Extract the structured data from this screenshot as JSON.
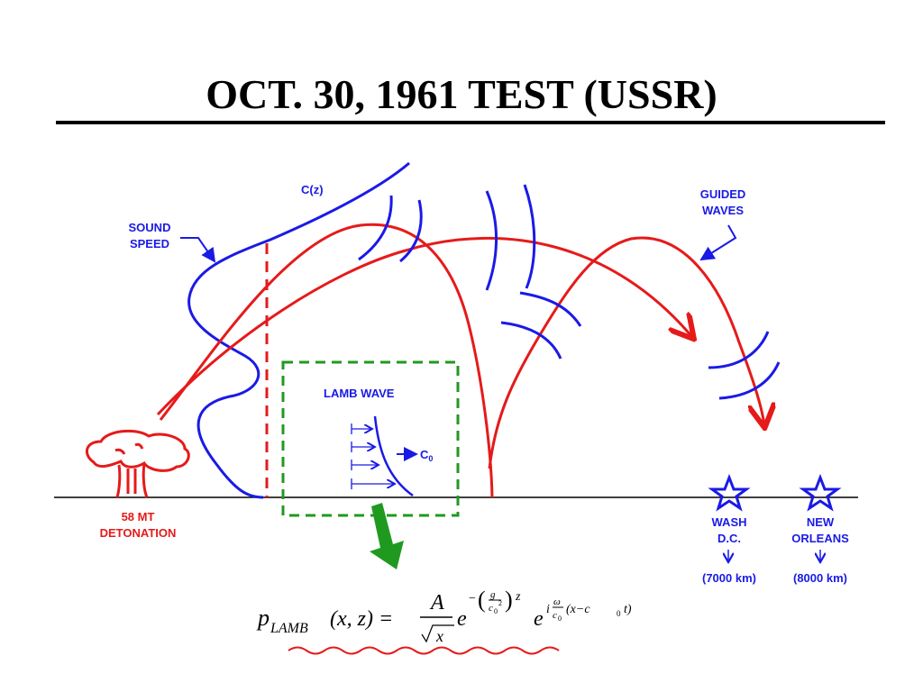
{
  "title": "OCT. 30, 1961 TEST (USSR)",
  "labels": {
    "cz": "C(z)",
    "sound_speed": [
      "SOUND",
      "SPEED"
    ],
    "guided_waves": [
      "GUIDED",
      "WAVES"
    ],
    "lamb_wave": "LAMB WAVE",
    "c0": "C",
    "c0_sub": "0",
    "detonation": [
      "58 MT",
      "DETONATION"
    ],
    "wash": [
      "WASH",
      "D.C."
    ],
    "wash_dist": "(7000 km)",
    "orleans": [
      "NEW",
      "ORLEANS"
    ],
    "orleans_dist": "(8000 km)"
  },
  "formula": {
    "lhs_main": "p",
    "lhs_sub": "LAMB",
    "lhs_args": "(x, z) =",
    "numerator": "A",
    "denominator": "x",
    "e1": "e",
    "e2": "e",
    "exp_z": "z",
    "exp_g": "g",
    "exp_c0sq": "c",
    "exp2_i": "i",
    "exp2_omega": "ω",
    "exp2_c0": "c",
    "exp2_rest": "(x−c",
    "exp2_t": "t)",
    "sub0": "0",
    "sup2": "2"
  },
  "colors": {
    "blue": "#1a1ae6",
    "red": "#e61a1a",
    "green": "#1f9a1f",
    "black": "#000000"
  }
}
